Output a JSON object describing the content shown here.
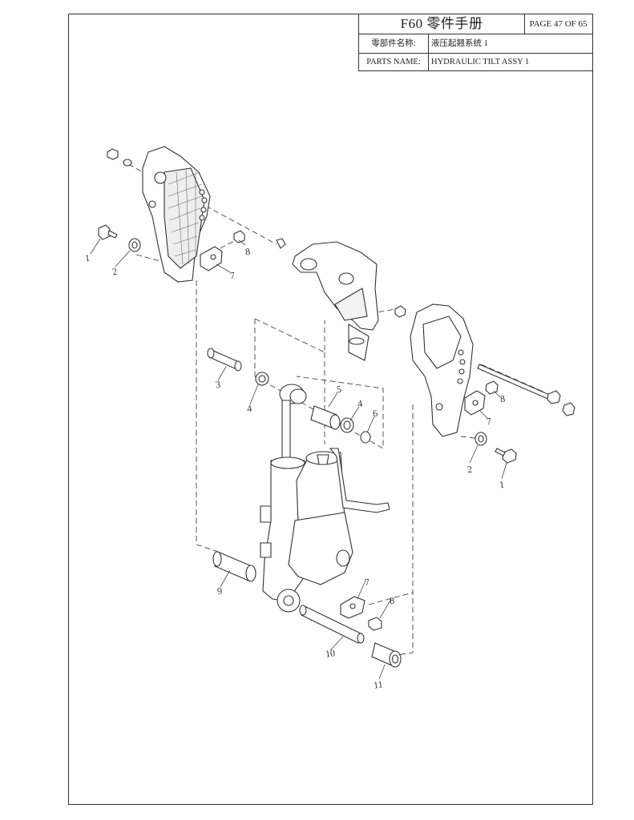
{
  "title_block": {
    "title": "F60 零件手册",
    "page": "PAGE 47 OF 65",
    "name_cn_label": "零部件名称:",
    "name_cn_value": "液压起翘系统 1",
    "name_en_label": "PARTS NAME:",
    "name_en_value": "HYDRAULIC TILT ASSY 1"
  },
  "callouts": [
    "1",
    "2",
    "8",
    "7",
    "3",
    "4",
    "5",
    "4",
    "6",
    "8",
    "7",
    "2",
    "1",
    "9",
    "7",
    "8",
    "10",
    "11"
  ]
}
